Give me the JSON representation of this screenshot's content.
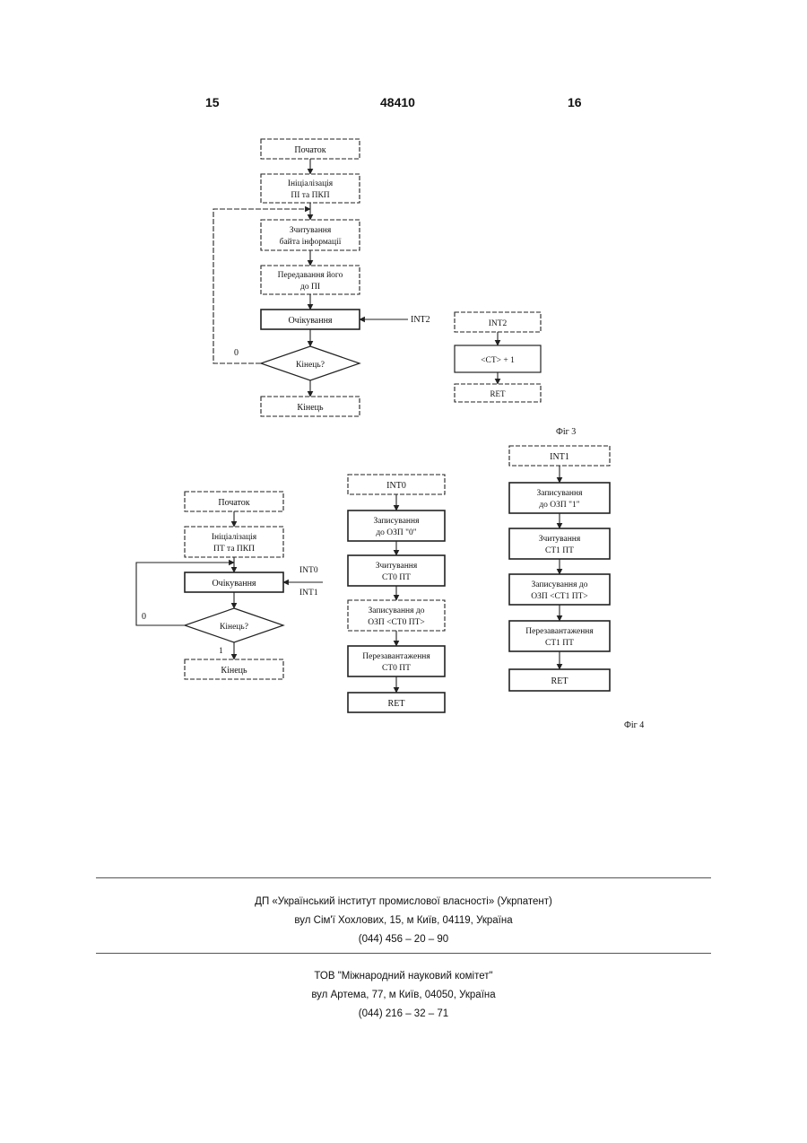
{
  "header": {
    "left_page": "15",
    "patent_number": "48410",
    "right_page": "16"
  },
  "fig3": {
    "caption": "Фіг 3",
    "start": "Початок",
    "init": [
      "Ініціалізація",
      "ПІ та ПКП"
    ],
    "read": [
      "Зчитування",
      "байта інформації"
    ],
    "transfer": [
      "Передавання його",
      "до ПІ"
    ],
    "wait": "Очікування",
    "end_q": "Кінець?",
    "end": "Кінець",
    "int_label": "INT2",
    "loop_label": "0",
    "isr_head": "INT2",
    "isr_op": "<CT> + 1",
    "isr_ret": "RET"
  },
  "fig4": {
    "caption": "Фіг 4",
    "start": "Початок",
    "init": [
      "Ініціалізація",
      "ПТ та ПКП"
    ],
    "wait": "Очікування",
    "end_q": "Кінець?",
    "end": "Кінець",
    "int0_label": "INT0",
    "int1_label": "INT1",
    "loop_label": "0",
    "yes_label": "1",
    "int0": {
      "head": "INT0",
      "b1": [
        "Записування",
        "до ОЗП \"0\""
      ],
      "b2": [
        "Зчитування",
        "СТ0 ПТ"
      ],
      "b3": [
        "Записування до",
        "ОЗП <СТ0 ПТ>"
      ],
      "b4": [
        "Перезавантаження",
        "СТ0 ПТ"
      ],
      "ret": "RET"
    },
    "int1": {
      "head": "INT1",
      "b1": [
        "Записування",
        "до ОЗП \"1\""
      ],
      "b2": [
        "Зчитування",
        "СТ1 ПТ"
      ],
      "b3": [
        "Записування до",
        "ОЗП <СТ1 ПТ>"
      ],
      "b4": [
        "Перезавантаження",
        "СТ1 ПТ"
      ],
      "ret": "RET"
    }
  },
  "footer": {
    "org1": "ДП «Український інститут промислової власності» (Укрпатент)",
    "addr1": "вул  Сім'ї Хохлових, 15, м  Київ, 04119, Україна",
    "phone1": "(044) 456 – 20 –  90",
    "org2": "ТОВ \"Міжнародний науковий комітет\"",
    "addr2": "вул  Артема, 77, м  Київ, 04050, Україна",
    "phone2": "(044) 216 – 32 – 71"
  }
}
